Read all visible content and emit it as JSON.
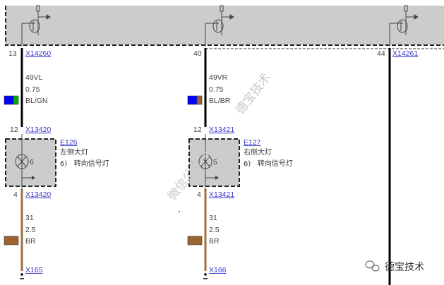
{
  "colors": {
    "module_fill": "#cccccc",
    "wire_black": "#000000",
    "wire_brown": "#a0713d",
    "blue": "#0000ff",
    "green": "#00b000",
    "brown": "#9c6530",
    "link": "#3a3acc"
  },
  "module_pins": [
    {
      "pin": "13",
      "connector": "X14260"
    },
    {
      "pin": "40",
      "connector": ""
    },
    {
      "pin": "44",
      "connector": "X14261"
    }
  ],
  "left": {
    "wire": {
      "name": "49VL",
      "size": "0.75",
      "color": "BL/GN"
    },
    "top_pin": "12",
    "top_connector": "X13420",
    "component": {
      "id": "E126",
      "name": "左侧大灯",
      "note": "6)   转向信号灯",
      "lamp_num": "6"
    },
    "bottom_pin": "4",
    "bottom_connector": "X13420",
    "ground_wire": {
      "name": "31",
      "size": "2.5",
      "color": "BR"
    },
    "ground": "X165"
  },
  "right": {
    "wire": {
      "name": "49VR",
      "size": "0.75",
      "color": "BL/BR"
    },
    "top_pin": "12",
    "top_connector": "X13421",
    "component": {
      "id": "E127",
      "name": "右侧大灯",
      "note": "6)   转向信号灯",
      "lamp_num": "5"
    },
    "bottom_pin": "4",
    "bottom_connector": "X13421",
    "ground_wire": {
      "name": "31",
      "size": "2.5",
      "color": "BR"
    },
    "ground": "X166"
  },
  "watermark_1": "微信公众号：",
  "watermark_2": "德宝技术",
  "logo_text": "德宝技术"
}
